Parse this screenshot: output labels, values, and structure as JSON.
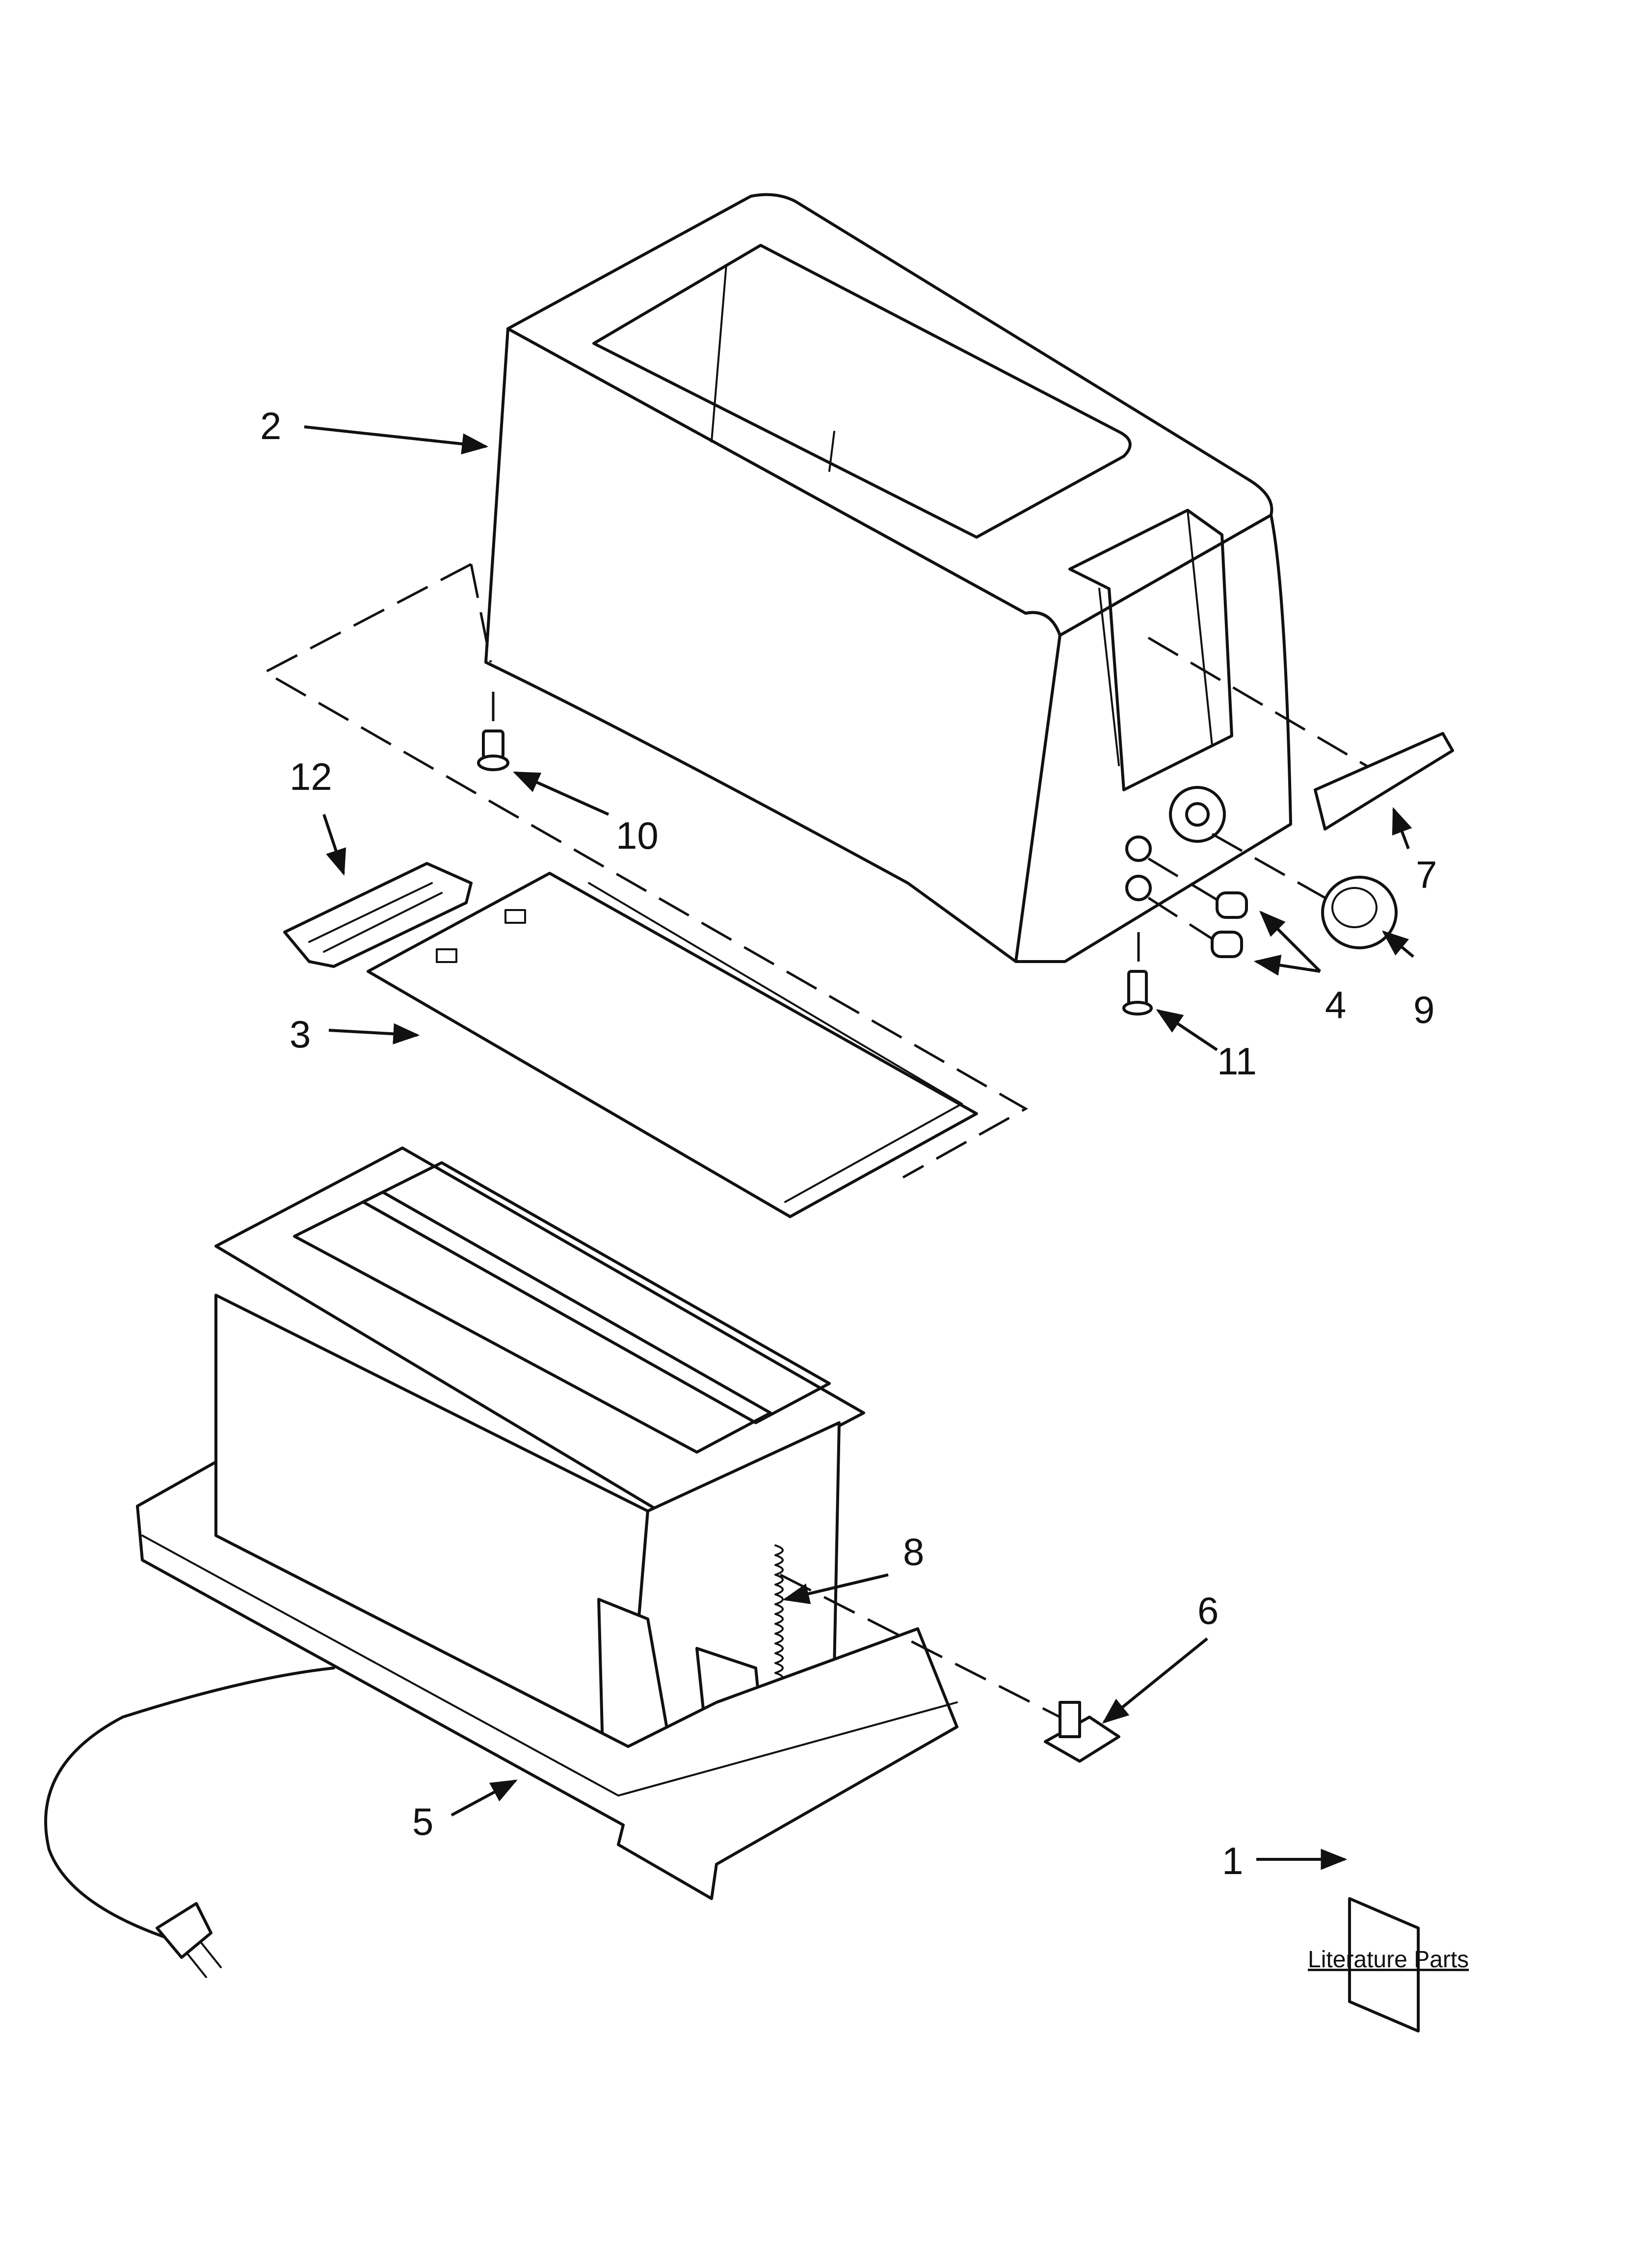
{
  "callouts": [
    {
      "id": "1",
      "label": "1"
    },
    {
      "id": "2",
      "label": "2"
    },
    {
      "id": "3",
      "label": "3"
    },
    {
      "id": "4",
      "label": "4"
    },
    {
      "id": "5",
      "label": "5"
    },
    {
      "id": "6",
      "label": "6"
    },
    {
      "id": "7",
      "label": "7"
    },
    {
      "id": "8",
      "label": "8"
    },
    {
      "id": "9",
      "label": "9"
    },
    {
      "id": "10",
      "label": "10"
    },
    {
      "id": "11",
      "label": "11"
    },
    {
      "id": "12",
      "label": "12"
    }
  ],
  "literature_label": "Literature Parts"
}
